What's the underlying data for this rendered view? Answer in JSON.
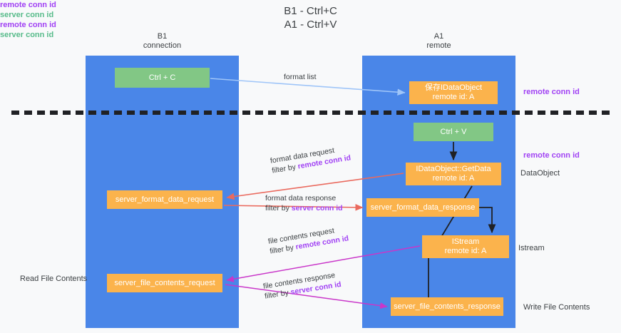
{
  "diagram": {
    "title": "B1 - Ctrl+C\nA1 - Ctrl+V",
    "background": "#f8f9fa",
    "colors": {
      "lane": "#4a86e8",
      "node_green": "#82c785",
      "node_orange": "#fbb34c",
      "accent_purple": "#a142f4",
      "accent_green": "#57bb8a",
      "arrow_blue": "#9fc5f8",
      "arrow_red": "#ea6a5e",
      "arrow_black": "#202124",
      "arrow_magenta": "#c council",
      "text": "#3c4043"
    },
    "columns": [
      {
        "name": "b1",
        "title": "B1\nconnection"
      },
      {
        "name": "a1",
        "title": "A1\nremote"
      }
    ],
    "nodes": [
      {
        "id": "ctrl_c",
        "label": "Ctrl + C",
        "color": "green",
        "column": "b1"
      },
      {
        "id": "data_object",
        "label": "保存IDataObject\nremote id: A",
        "color": "orange",
        "column": "a1"
      },
      {
        "id": "ctrl_v",
        "label": "Ctrl + V",
        "color": "green",
        "column": "a1"
      },
      {
        "id": "get_data",
        "label": "IDataObject::GetData\nremote id: A",
        "color": "orange",
        "column": "a1"
      },
      {
        "id": "fmt_request",
        "label": "server_format_data_request",
        "color": "orange",
        "column": "b1"
      },
      {
        "id": "fmt_response",
        "label": "server_format_data_response",
        "color": "orange",
        "column": "a1"
      },
      {
        "id": "istream",
        "label": "IStream\nremote id: A",
        "color": "orange",
        "column": "a1"
      },
      {
        "id": "file_request",
        "label": "server_file_contents_request",
        "color": "orange",
        "column": "b1"
      },
      {
        "id": "file_response",
        "label": "server_file_contents_response",
        "color": "orange",
        "column": "a1"
      }
    ],
    "edge_labels": [
      {
        "id": "format_list",
        "line1": "format list",
        "line2": "",
        "filter_by": ""
      },
      {
        "id": "format_data_request",
        "line1": "format data request",
        "line2": "filter by ",
        "filter_by": "remote conn id"
      },
      {
        "id": "format_data_response",
        "line1": "format data response",
        "line2": "filter by ",
        "filter_by": "server conn id"
      },
      {
        "id": "file_contents_request",
        "line1": "file contents request",
        "line2": "filter by ",
        "filter_by": "remote conn id"
      },
      {
        "id": "file_contents_response",
        "line1": "file contents response",
        "line2": "filter by ",
        "filter_by": "server conn id"
      }
    ],
    "annotations": {
      "remote_conn_id_top": "remote conn id",
      "remote_conn_id_mid": "remote conn id",
      "data_object": "DataObject",
      "istream": "Istream",
      "write_file_contents": "Write File Contents",
      "read_file_contents": "Read File Contents",
      "left_remote_conn_id_1": "remote conn id",
      "left_server_conn_id_1": "server conn id",
      "left_remote_conn_id_2": "remote conn id",
      "left_server_conn_id_2": "server conn id"
    }
  }
}
